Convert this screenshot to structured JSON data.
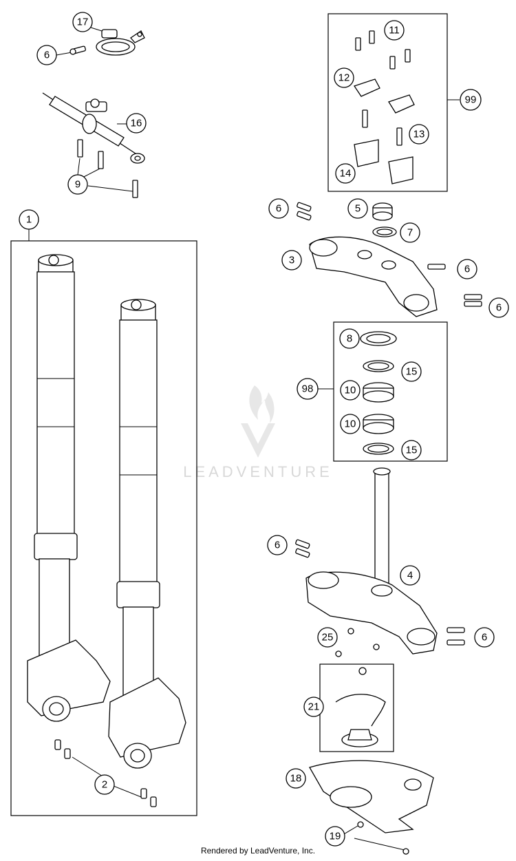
{
  "watermark": {
    "brand": "LEADVENTURE"
  },
  "footer": {
    "credit": "Rendered by LeadVenture, Inc."
  },
  "callouts": {
    "c1": "1",
    "c2": "2",
    "c3": "3",
    "c4": "4",
    "c5": "5",
    "c6a": "6",
    "c6b": "6",
    "c6c": "6",
    "c6d": "6",
    "c6e": "6",
    "c6f": "6",
    "c7": "7",
    "c8": "8",
    "c9": "9",
    "c10a": "10",
    "c10b": "10",
    "c11": "11",
    "c12": "12",
    "c13": "13",
    "c14": "14",
    "c15a": "15",
    "c15b": "15",
    "c16": "16",
    "c17": "17",
    "c18": "18",
    "c19": "19",
    "c21": "21",
    "c25": "25",
    "c98": "98",
    "c99": "99"
  }
}
